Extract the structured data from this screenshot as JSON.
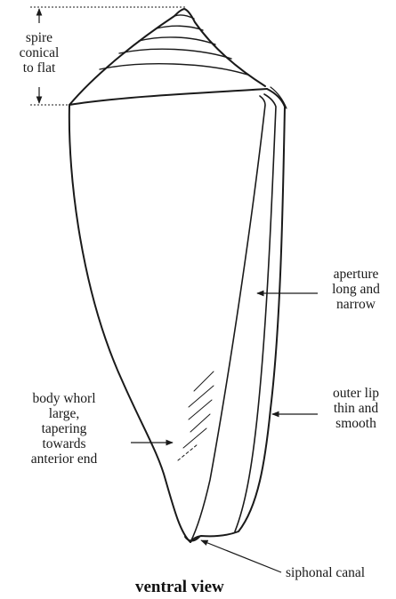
{
  "labels": {
    "spire": [
      "spire",
      "conical",
      "to flat"
    ],
    "aperture": [
      "aperture",
      "long and",
      "narrow"
    ],
    "outer_lip": [
      "outer lip",
      "thin and",
      "smooth"
    ],
    "body_whorl": [
      "body whorl",
      "large,",
      "tapering",
      "towards",
      "anterior end"
    ],
    "siphonal_canal": "siphonal canal"
  },
  "caption": "ventral view",
  "colors": {
    "ink": "#1a1a1a",
    "background": "#ffffff"
  }
}
